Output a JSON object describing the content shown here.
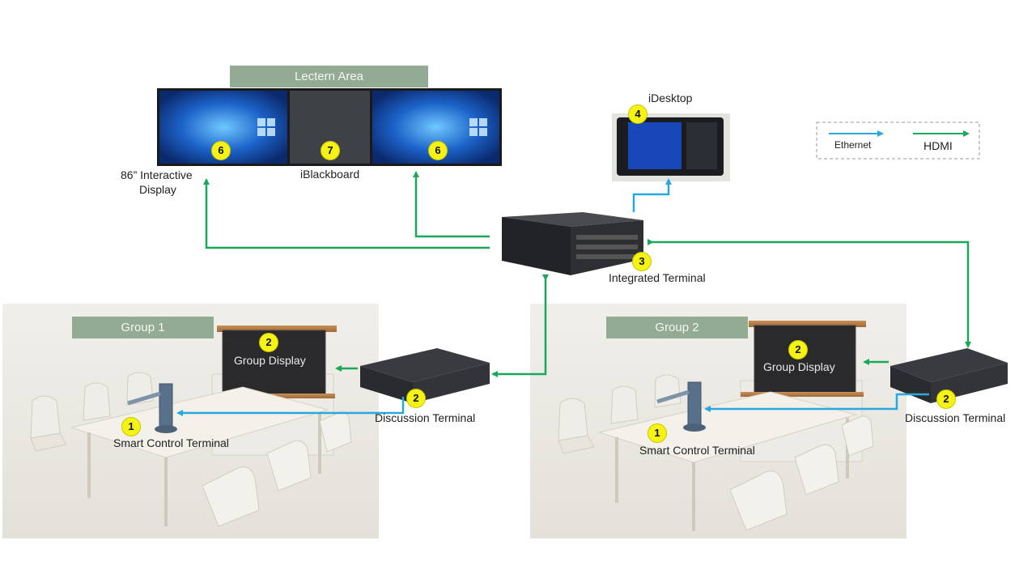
{
  "lectern": {
    "area_label": "Lectern Area",
    "display_label_line1": "86” Interactive",
    "display_label_line2": "Display",
    "blackboard_label": "iBlackboard"
  },
  "idesktop": {
    "label": "iDesktop"
  },
  "integrated": {
    "label": "Integrated Terminal"
  },
  "legend": {
    "ethernet": "Ethernet",
    "hdmi": "HDMI"
  },
  "groups": [
    {
      "label": "Group 1",
      "display_label": "Group Display",
      "discussion_label": "Discussion Terminal",
      "control_label": "Smart Control Terminal"
    },
    {
      "label": "Group 2",
      "display_label": "Group Display",
      "discussion_label": "Discussion Terminal",
      "control_label": "Smart Control Terminal"
    }
  ],
  "badges": {
    "control": "1",
    "group_display": "2",
    "discussion": "2",
    "integrated": "3",
    "idesktop": "4",
    "interactive_display": "6",
    "blackboard": "7"
  },
  "colors": {
    "ethernet": "#29a8e0",
    "hdmi": "#1aa85a",
    "band": "#93ab92",
    "badge": "#f5f316"
  },
  "icons": {
    "device": "box-device-icon",
    "screen": "display-screen-icon"
  }
}
